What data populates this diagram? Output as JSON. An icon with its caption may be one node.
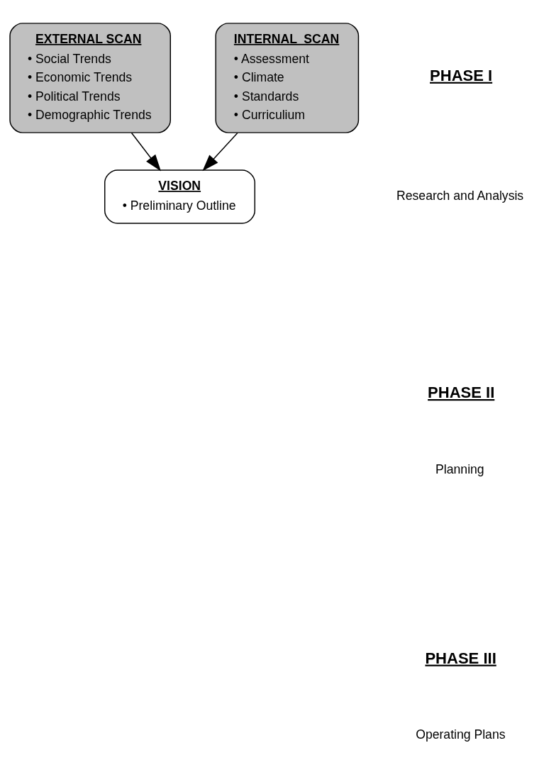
{
  "diagram": {
    "nodes": [
      {
        "text": [
          "EXTERNAL SCAN",
          "• Social Trends",
          "• Economic Trends",
          "• Political Trends",
          "• Demographic Trends"
        ]
      },
      {
        "text": [
          "INTERNAL  SCAN",
          "• Assessment",
          "• Climate",
          "• Standards",
          "• Curriculium"
        ]
      },
      {
        "text": [
          "VISION",
          "• Preliminary Outline"
        ]
      }
    ],
    "edges": [
      {
        "from": 0,
        "to": 2,
        "arrow": "to"
      },
      {
        "from": 1,
        "to": 2,
        "arrow": "to"
      }
    ],
    "labels": [
      "PHASE I",
      "Research and Analysis",
      "PHASE II",
      "Planning",
      "PHASE III",
      "Operating Plans"
    ]
  }
}
